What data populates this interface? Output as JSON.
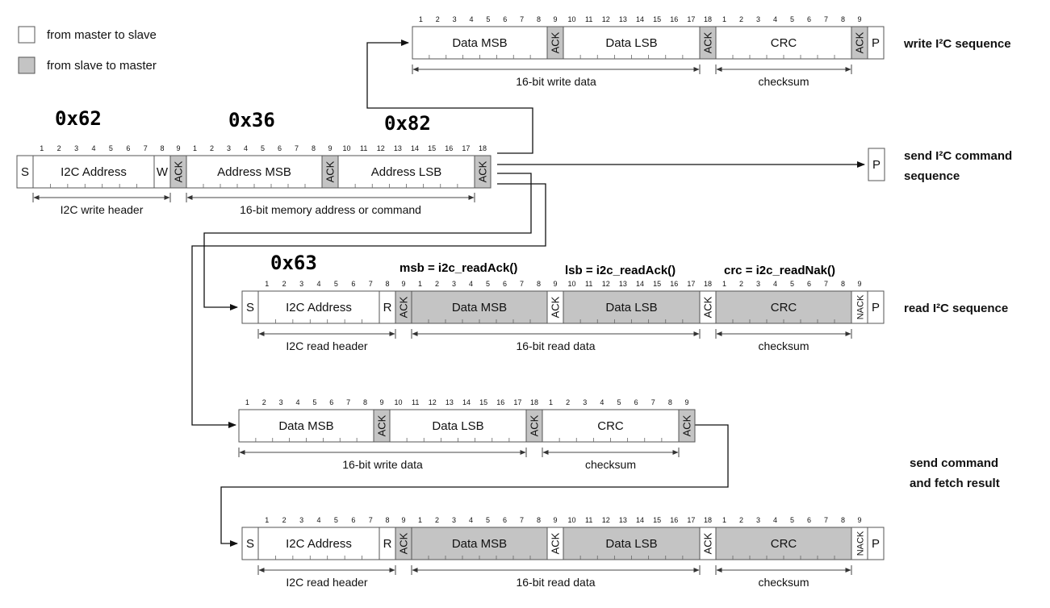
{
  "legend": {
    "master_to_slave": "from master to slave",
    "slave_to_master": "from slave to master"
  },
  "seq_labels": {
    "write_seq": "write I²C sequence",
    "cmd_seq_1": "send I²C command",
    "cmd_seq_2": "sequence",
    "read_seq": "read I²C sequence",
    "fetch_1": "send command",
    "fetch_2": "and fetch result"
  },
  "hex": {
    "addr_write": "0x62",
    "addr_msb": "0x36",
    "addr_lsb": "0x82",
    "addr_read": "0x63"
  },
  "code": {
    "msb": "msb = i2c_readAck()",
    "lsb": "lsb = i2c_readAck()",
    "crc": "crc = i2c_readNak()"
  },
  "fields": {
    "s": "S",
    "p": "P",
    "w": "W",
    "r": "R",
    "ack": "ACK",
    "nack": "NACK",
    "i2c_address": "I2C Address",
    "address_msb": "Address MSB",
    "address_lsb": "Address LSB",
    "data_msb": "Data MSB",
    "data_lsb": "Data LSB",
    "crc": "CRC"
  },
  "spans": {
    "write_header": "I2C write header",
    "mem_addr": "16-bit memory address or command",
    "write_data": "16-bit write data",
    "checksum": "checksum",
    "read_header": "I2C read header",
    "read_data": "16-bit read data"
  }
}
